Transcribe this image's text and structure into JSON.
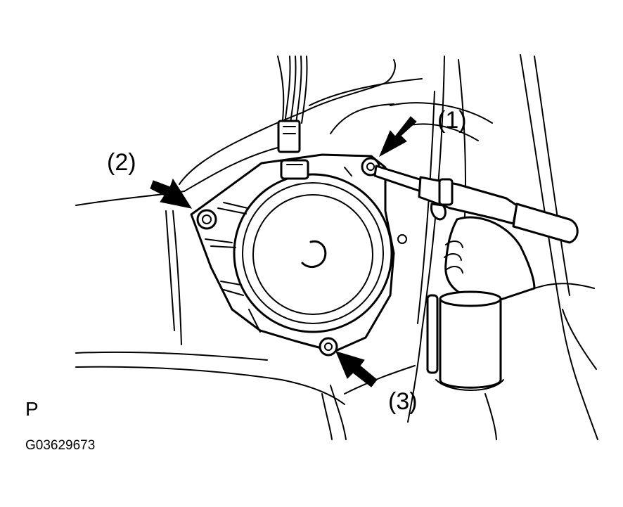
{
  "callouts": {
    "bolt_1": "(1)",
    "bolt_2": "(2)",
    "bolt_3": "(3)"
  },
  "view_letter": "P",
  "figure_code": "G03629673",
  "icons": [
    "arrow-icon",
    "arrow-icon",
    "arrow-icon"
  ]
}
